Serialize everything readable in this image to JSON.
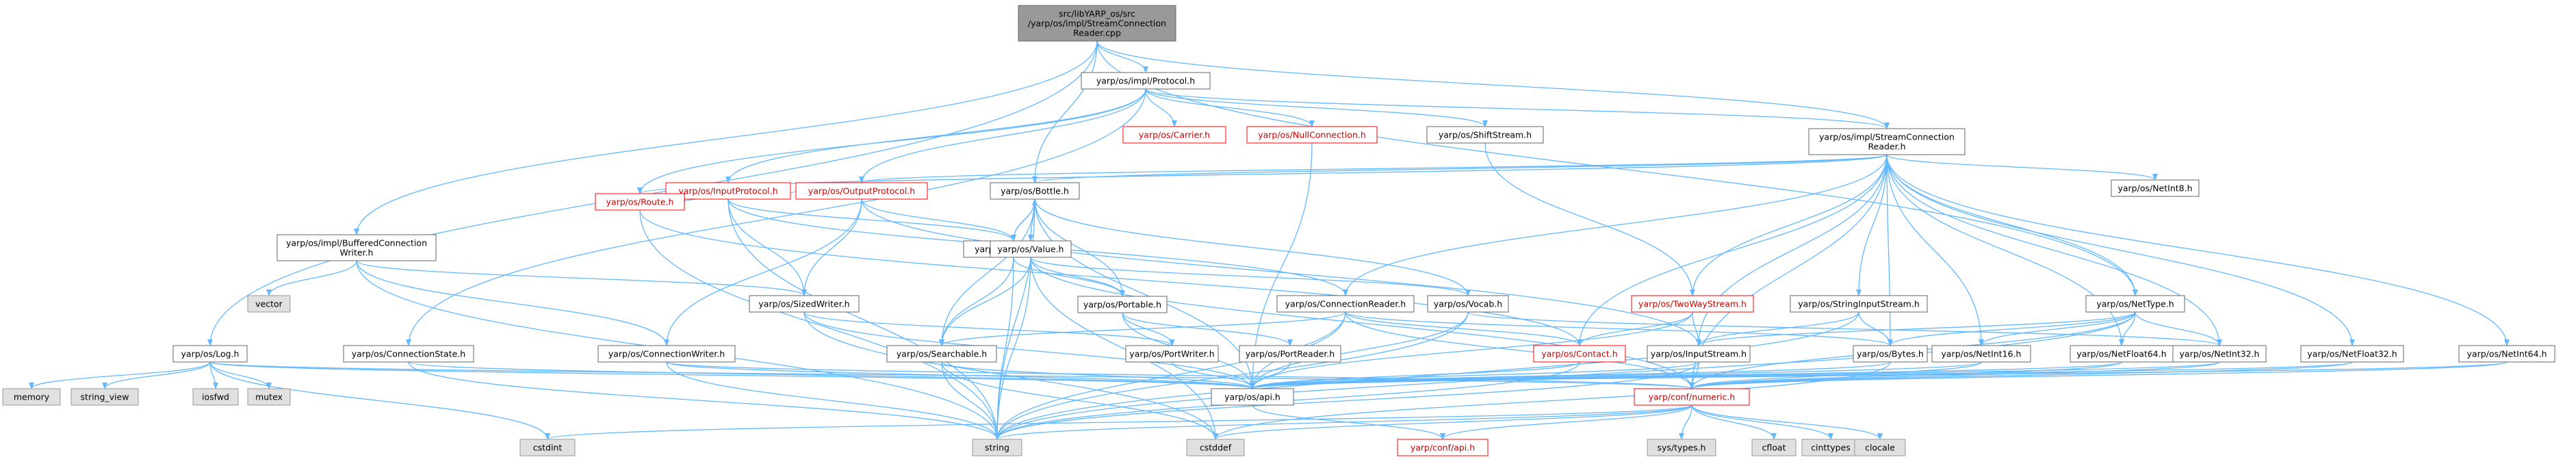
{
  "colors": {
    "edge": "#63b8ff",
    "root_fill": "#999999",
    "node_fill": "#ffffff",
    "node_border": "#666666",
    "system_fill": "#e0e0e0",
    "system_border": "#999999",
    "incomplete_border": "#ff0000",
    "incomplete_text": "#cc0000",
    "text": "#000000"
  },
  "nodes": [
    {
      "id": "root",
      "lines": [
        "src/libYARP_os/src",
        "/yarp/os/impl/StreamConnection",
        "Reader.cpp"
      ],
      "kind": "root"
    },
    {
      "id": "protocol",
      "lines": [
        "yarp/os/impl/Protocol.h"
      ],
      "kind": "file"
    },
    {
      "id": "streamconnreader",
      "lines": [
        "yarp/os/impl/StreamConnection",
        "Reader.h"
      ],
      "kind": "file"
    },
    {
      "id": "carrier",
      "lines": [
        "yarp/os/Carrier.h"
      ],
      "kind": "incomplete"
    },
    {
      "id": "nullconnection",
      "lines": [
        "yarp/os/NullConnection.h"
      ],
      "kind": "incomplete"
    },
    {
      "id": "shiftstream",
      "lines": [
        "yarp/os/ShiftStream.h"
      ],
      "kind": "file"
    },
    {
      "id": "netint8",
      "lines": [
        "yarp/os/NetInt8.h"
      ],
      "kind": "file"
    },
    {
      "id": "inputprotocol",
      "lines": [
        "yarp/os/InputProtocol.h"
      ],
      "kind": "incomplete"
    },
    {
      "id": "outputprotocol",
      "lines": [
        "yarp/os/OutputProtocol.h"
      ],
      "kind": "incomplete"
    },
    {
      "id": "bottle",
      "lines": [
        "yarp/os/Bottle.h"
      ],
      "kind": "file"
    },
    {
      "id": "route",
      "lines": [
        "yarp/os/Route.h"
      ],
      "kind": "incomplete"
    },
    {
      "id": "property",
      "lines": [
        "yarp/os/Property.h"
      ],
      "kind": "file"
    },
    {
      "id": "value",
      "lines": [
        "yarp/os/Value.h"
      ],
      "kind": "file"
    },
    {
      "id": "bufferedconnwriter",
      "lines": [
        "yarp/os/impl/BufferedConnection",
        "Writer.h"
      ],
      "kind": "file"
    },
    {
      "id": "vector",
      "lines": [
        "vector"
      ],
      "kind": "system"
    },
    {
      "id": "sizedwriter",
      "lines": [
        "yarp/os/SizedWriter.h"
      ],
      "kind": "file"
    },
    {
      "id": "portable",
      "lines": [
        "yarp/os/Portable.h"
      ],
      "kind": "file"
    },
    {
      "id": "connectionreader",
      "lines": [
        "yarp/os/ConnectionReader.h"
      ],
      "kind": "file"
    },
    {
      "id": "vocab",
      "lines": [
        "yarp/os/Vocab.h"
      ],
      "kind": "file"
    },
    {
      "id": "twowaystream",
      "lines": [
        "yarp/os/TwoWayStream.h"
      ],
      "kind": "incomplete"
    },
    {
      "id": "stringinputstream",
      "lines": [
        "yarp/os/StringInputStream.h"
      ],
      "kind": "file"
    },
    {
      "id": "nettype",
      "lines": [
        "yarp/os/NetType.h"
      ],
      "kind": "file"
    },
    {
      "id": "log",
      "lines": [
        "yarp/os/Log.h"
      ],
      "kind": "file"
    },
    {
      "id": "connectionstate",
      "lines": [
        "yarp/os/ConnectionState.h"
      ],
      "kind": "file"
    },
    {
      "id": "connectionwriter",
      "lines": [
        "yarp/os/ConnectionWriter.h"
      ],
      "kind": "file"
    },
    {
      "id": "searchable",
      "lines": [
        "yarp/os/Searchable.h"
      ],
      "kind": "file"
    },
    {
      "id": "portwriter",
      "lines": [
        "yarp/os/PortWriter.h"
      ],
      "kind": "file"
    },
    {
      "id": "portreader",
      "lines": [
        "yarp/os/PortReader.h"
      ],
      "kind": "file"
    },
    {
      "id": "contact",
      "lines": [
        "yarp/os/Contact.h"
      ],
      "kind": "incomplete"
    },
    {
      "id": "inputstream",
      "lines": [
        "yarp/os/InputStream.h"
      ],
      "kind": "file"
    },
    {
      "id": "bytes",
      "lines": [
        "yarp/os/Bytes.h"
      ],
      "kind": "file"
    },
    {
      "id": "netint16",
      "lines": [
        "yarp/os/NetInt16.h"
      ],
      "kind": "file"
    },
    {
      "id": "netfloat64",
      "lines": [
        "yarp/os/NetFloat64.h"
      ],
      "kind": "file"
    },
    {
      "id": "netint32",
      "lines": [
        "yarp/os/NetInt32.h"
      ],
      "kind": "file"
    },
    {
      "id": "netfloat32",
      "lines": [
        "yarp/os/NetFloat32.h"
      ],
      "kind": "file"
    },
    {
      "id": "netint64",
      "lines": [
        "yarp/os/NetInt64.h"
      ],
      "kind": "file"
    },
    {
      "id": "memory",
      "lines": [
        "memory"
      ],
      "kind": "system"
    },
    {
      "id": "string_view",
      "lines": [
        "string_view"
      ],
      "kind": "system"
    },
    {
      "id": "iosfwd",
      "lines": [
        "iosfwd"
      ],
      "kind": "system"
    },
    {
      "id": "mutex",
      "lines": [
        "mutex"
      ],
      "kind": "system"
    },
    {
      "id": "api",
      "lines": [
        "yarp/os/api.h"
      ],
      "kind": "file"
    },
    {
      "id": "numeric",
      "lines": [
        "yarp/conf/numeric.h"
      ],
      "kind": "incomplete"
    },
    {
      "id": "cstdint",
      "lines": [
        "cstdint"
      ],
      "kind": "system"
    },
    {
      "id": "string",
      "lines": [
        "string"
      ],
      "kind": "system"
    },
    {
      "id": "cstddef",
      "lines": [
        "cstddef"
      ],
      "kind": "system"
    },
    {
      "id": "confapi",
      "lines": [
        "yarp/conf/api.h"
      ],
      "kind": "incomplete"
    },
    {
      "id": "systypes",
      "lines": [
        "sys/types.h"
      ],
      "kind": "system"
    },
    {
      "id": "cfloat",
      "lines": [
        "cfloat"
      ],
      "kind": "system"
    },
    {
      "id": "cinttypes",
      "lines": [
        "cinttypes"
      ],
      "kind": "system"
    },
    {
      "id": "clocale",
      "lines": [
        "clocale"
      ],
      "kind": "system"
    }
  ],
  "edges": [
    [
      "root",
      "protocol"
    ],
    [
      "root",
      "streamconnreader"
    ],
    [
      "root",
      "bottle"
    ],
    [
      "root",
      "log"
    ],
    [
      "root",
      "bufferedconnwriter"
    ],
    [
      "root",
      "nettype"
    ],
    [
      "protocol",
      "carrier"
    ],
    [
      "protocol",
      "nullconnection"
    ],
    [
      "protocol",
      "shiftstream"
    ],
    [
      "protocol",
      "streamconnreader"
    ],
    [
      "protocol",
      "inputprotocol"
    ],
    [
      "protocol",
      "outputprotocol"
    ],
    [
      "protocol",
      "connectionstate"
    ],
    [
      "protocol",
      "route"
    ],
    [
      "streamconnreader",
      "netint8"
    ],
    [
      "streamconnreader",
      "bottle"
    ],
    [
      "streamconnreader",
      "route"
    ],
    [
      "streamconnreader",
      "outputprotocol"
    ],
    [
      "streamconnreader",
      "connectionreader"
    ],
    [
      "streamconnreader",
      "twowaystream"
    ],
    [
      "streamconnreader",
      "stringinputstream"
    ],
    [
      "streamconnreader",
      "nettype"
    ],
    [
      "streamconnreader",
      "contact"
    ],
    [
      "streamconnreader",
      "inputstream"
    ],
    [
      "streamconnreader",
      "bytes"
    ],
    [
      "streamconnreader",
      "netint16"
    ],
    [
      "streamconnreader",
      "netfloat64"
    ],
    [
      "streamconnreader",
      "netint32"
    ],
    [
      "streamconnreader",
      "netfloat32"
    ],
    [
      "streamconnreader",
      "netint64"
    ],
    [
      "streamconnreader",
      "numeric"
    ],
    [
      "shiftstream",
      "twowaystream"
    ],
    [
      "nullconnection",
      "api"
    ],
    [
      "inputprotocol",
      "route"
    ],
    [
      "inputprotocol",
      "property"
    ],
    [
      "inputprotocol",
      "sizedwriter"
    ],
    [
      "inputprotocol",
      "connectionreader"
    ],
    [
      "inputprotocol",
      "string"
    ],
    [
      "outputprotocol",
      "route"
    ],
    [
      "outputprotocol",
      "property"
    ],
    [
      "outputprotocol",
      "sizedwriter"
    ],
    [
      "outputprotocol",
      "connectionwriter"
    ],
    [
      "outputprotocol",
      "inputstream"
    ],
    [
      "bottle",
      "property"
    ],
    [
      "bottle",
      "value"
    ],
    [
      "bottle",
      "portable"
    ],
    [
      "bottle",
      "searchable"
    ],
    [
      "bottle",
      "vocab"
    ],
    [
      "bottle",
      "string"
    ],
    [
      "bottle",
      "api"
    ],
    [
      "route",
      "contact"
    ],
    [
      "route",
      "string"
    ],
    [
      "property",
      "searchable"
    ],
    [
      "property",
      "portable"
    ],
    [
      "property",
      "string"
    ],
    [
      "property",
      "bottle"
    ],
    [
      "value",
      "bottle"
    ],
    [
      "value",
      "portable"
    ],
    [
      "value",
      "searchable"
    ],
    [
      "value",
      "vocab"
    ],
    [
      "value",
      "string"
    ],
    [
      "value",
      "cstddef"
    ],
    [
      "value",
      "numeric"
    ],
    [
      "bufferedconnwriter",
      "vector"
    ],
    [
      "bufferedconnwriter",
      "sizedwriter"
    ],
    [
      "bufferedconnwriter",
      "connectionwriter"
    ],
    [
      "bufferedconnwriter",
      "string"
    ],
    [
      "sizedwriter",
      "portwriter"
    ],
    [
      "sizedwriter",
      "api"
    ],
    [
      "sizedwriter",
      "cstddef"
    ],
    [
      "portable",
      "portwriter"
    ],
    [
      "portable",
      "portreader"
    ],
    [
      "portable",
      "api"
    ],
    [
      "connectionreader",
      "searchable"
    ],
    [
      "connectionreader",
      "contact"
    ],
    [
      "connectionreader",
      "bytes"
    ],
    [
      "connectionreader",
      "api"
    ],
    [
      "connectionreader",
      "numeric"
    ],
    [
      "connectionreader",
      "string"
    ],
    [
      "vocab",
      "api"
    ],
    [
      "vocab",
      "netint32"
    ],
    [
      "vocab",
      "string"
    ],
    [
      "twowaystream",
      "contact"
    ],
    [
      "twowaystream",
      "inputstream"
    ],
    [
      "twowaystream",
      "api"
    ],
    [
      "stringinputstream",
      "inputstream"
    ],
    [
      "stringinputstream",
      "bytes"
    ],
    [
      "stringinputstream",
      "string"
    ],
    [
      "nettype",
      "bytes"
    ],
    [
      "nettype",
      "inputstream"
    ],
    [
      "nettype",
      "netint16"
    ],
    [
      "nettype",
      "netint32"
    ],
    [
      "nettype",
      "netfloat64"
    ],
    [
      "nettype",
      "numeric"
    ],
    [
      "nettype",
      "string"
    ],
    [
      "log",
      "memory"
    ],
    [
      "log",
      "string_view"
    ],
    [
      "log",
      "iosfwd"
    ],
    [
      "log",
      "mutex"
    ],
    [
      "log",
      "api"
    ],
    [
      "log",
      "cstdint"
    ],
    [
      "log",
      "numeric"
    ],
    [
      "connectionstate",
      "api"
    ],
    [
      "connectionstate",
      "string"
    ],
    [
      "connectionwriter",
      "api"
    ],
    [
      "connectionwriter",
      "numeric"
    ],
    [
      "connectionwriter",
      "string"
    ],
    [
      "searchable",
      "api"
    ],
    [
      "searchable",
      "string"
    ],
    [
      "searchable",
      "cstddef"
    ],
    [
      "portwriter",
      "api"
    ],
    [
      "portreader",
      "api"
    ],
    [
      "contact",
      "api"
    ],
    [
      "contact",
      "string"
    ],
    [
      "inputstream",
      "api"
    ],
    [
      "inputstream",
      "numeric"
    ],
    [
      "inputstream",
      "string"
    ],
    [
      "bytes",
      "api"
    ],
    [
      "bytes",
      "cstddef"
    ],
    [
      "netint16",
      "numeric"
    ],
    [
      "netint16",
      "api"
    ],
    [
      "netfloat64",
      "numeric"
    ],
    [
      "netfloat64",
      "api"
    ],
    [
      "netint32",
      "numeric"
    ],
    [
      "netint32",
      "api"
    ],
    [
      "netfloat32",
      "numeric"
    ],
    [
      "netfloat32",
      "api"
    ],
    [
      "netint64",
      "numeric"
    ],
    [
      "netint64",
      "api"
    ],
    [
      "api",
      "confapi"
    ],
    [
      "numeric",
      "cstdint"
    ],
    [
      "numeric",
      "string"
    ],
    [
      "numeric",
      "cstddef"
    ],
    [
      "numeric",
      "systypes"
    ],
    [
      "numeric",
      "cfloat"
    ],
    [
      "numeric",
      "cinttypes"
    ],
    [
      "numeric",
      "clocale"
    ],
    [
      "numeric",
      "confapi"
    ]
  ]
}
